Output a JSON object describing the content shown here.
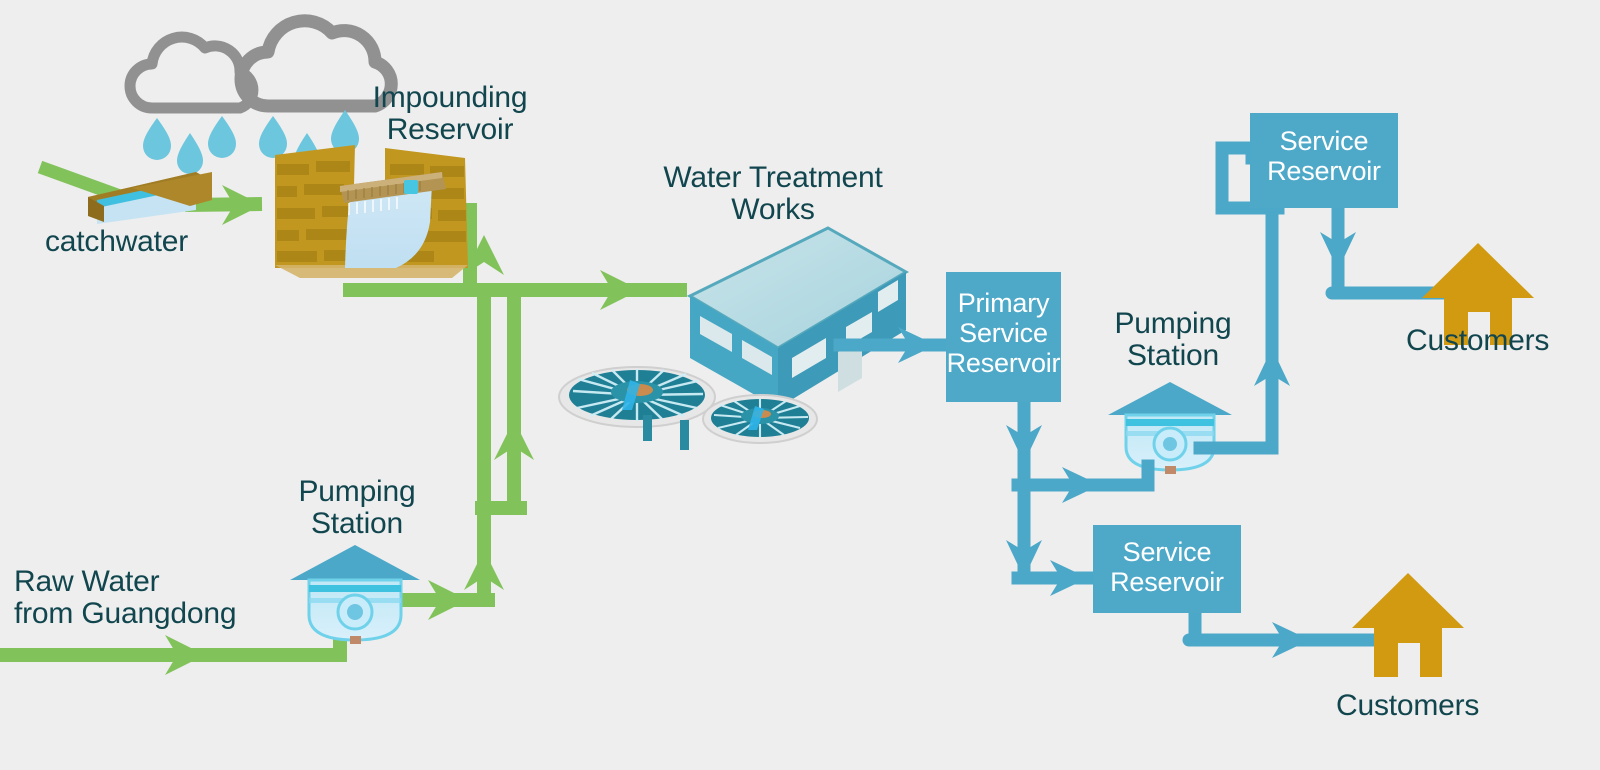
{
  "diagram": {
    "title_semantic": "hong-kong-water-supply-flow-diagram",
    "background_color": "#eeeeee",
    "raw_pipe_color": "#82c25a",
    "treated_pipe_color": "#4ca8c8",
    "box_fill_color": "#4ea9c9",
    "label_text_color": "#12464f",
    "box_text_color": "#ffffff",
    "house_color": "#d19a10",
    "cloud_color": "#919191",
    "raindrop_color": "#6cc6dd",
    "dam_color": "#c19a22",
    "water_color": "#c5e3f2"
  },
  "labels": {
    "catchwater": "catchwater",
    "impounding_reservoir": "Impounding\nReservoir",
    "water_treatment_works": "Water Treatment\nWorks",
    "pumping_station_left": "Pumping\nStation",
    "pumping_station_right": "Pumping\nStation",
    "raw_water_guangdong": "Raw Water\nfrom Guangdong",
    "customers_top": "Customers",
    "customers_bottom": "Customers"
  },
  "boxes": {
    "primary_service_reservoir": "Primary\nService\nReservoir",
    "service_reservoir_top": "Service\nReservoir",
    "service_reservoir_bottom": "Service\nReservoir"
  },
  "icons": {
    "cloud_small": "cloud-icon",
    "cloud_large": "cloud-icon",
    "raindrops": "raindrop-icon",
    "catchwater_channel": "catchwater-channel-icon",
    "dam": "dam-icon",
    "treatment_building": "treatment-building-icon",
    "sedimentation_tank_large": "sedimentation-tank-icon",
    "sedimentation_tank_small": "sedimentation-tank-icon",
    "pump_house_left": "pump-house-icon",
    "pump_house_right": "pump-house-icon",
    "house_top": "house-icon",
    "house_bottom": "house-icon"
  },
  "flow": {
    "raw_water_segments": [
      "catchwater to impounding reservoir",
      "impounding reservoir to trunk main",
      "trunk main to water treatment works",
      "guangdong raw water to pumping station",
      "pumping station up to trunk main"
    ],
    "treated_water_segments": [
      "water treatment works to primary service reservoir",
      "primary service reservoir down to pumping station feed",
      "pumping station up to top service reservoir",
      "top service reservoir to top customers",
      "primary service reservoir to bottom service reservoir",
      "bottom service reservoir to bottom customers"
    ]
  }
}
